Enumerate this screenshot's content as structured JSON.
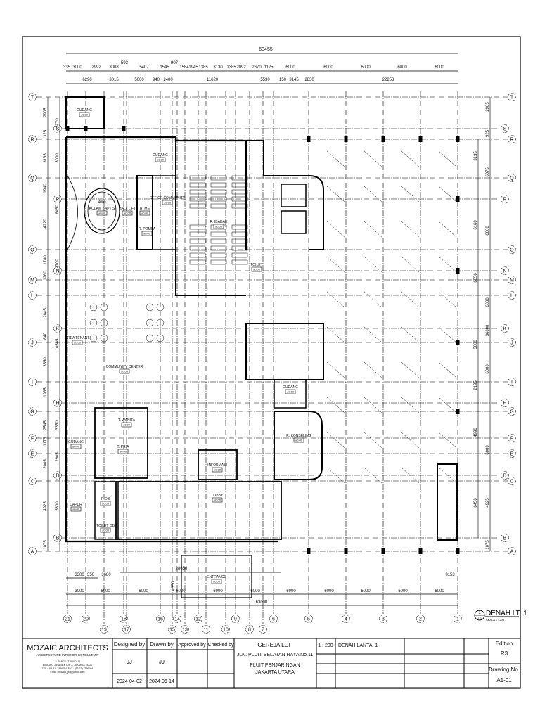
{
  "drawing": {
    "total_top": "63455",
    "top_dims_row1": [
      "335",
      "3000",
      "2992",
      "3008",
      "593",
      "5407",
      "1545",
      "907",
      "1584",
      "1945",
      "1385",
      "3130",
      "1385",
      "2092",
      "2670",
      "1125",
      "6000",
      "6000",
      "6000",
      "6000",
      "6000"
    ],
    "top_dims_row2": [
      "6290",
      "3015",
      "5060",
      "940",
      "2400",
      "11620",
      "5530",
      "150",
      "3145",
      "2830",
      "22253"
    ],
    "bottom_dims_row1": [
      "3300",
      "350",
      "3680",
      "28650",
      "3153"
    ],
    "bottom_dims_row2": [
      "3000",
      "6000",
      "6000",
      "6000",
      "6000",
      "6000",
      "6000",
      "6000",
      "6000",
      "6000",
      "6000"
    ],
    "total_bottom": "63000",
    "vertical_dim_entrance": "4350",
    "left_dims_col1": [
      "2905",
      "325",
      "3135",
      "1940",
      "4220",
      "1780",
      "1260",
      "2845",
      "840",
      "3550",
      "1935",
      "2545",
      "1175",
      "2005",
      "4925",
      "1075"
    ],
    "left_dims_col2": [
      "3770",
      "3000",
      "6450",
      "2700",
      "10585",
      "3350",
      "2905",
      "5300"
    ],
    "right_dims_col1": [
      "3135",
      "6160",
      "6056",
      "5000",
      "2195",
      "4990",
      "6450"
    ],
    "right_dims_col2": [
      "2985",
      "925",
      "6075",
      "6000",
      "6000",
      "36000",
      "6000",
      "6000",
      "4925",
      "1075"
    ],
    "grid_columns": [
      "21",
      "20",
      "19",
      "18",
      "17",
      "16",
      "15",
      "14",
      "13",
      "12",
      "11",
      "10",
      "9",
      "8",
      "7",
      "6",
      "5",
      "4",
      "3",
      "2",
      "1"
    ],
    "grid_rows": [
      "T",
      "S",
      "R",
      "Q",
      "P",
      "O",
      "N",
      "M",
      "L",
      "K",
      "J",
      "I",
      "H",
      "G",
      "F",
      "E",
      "D",
      "C",
      "B",
      "A"
    ],
    "rooms": [
      "GUDANG",
      "GUDANG",
      "KOLAM BAPTIS",
      "HALL LIFT",
      "R. ME",
      "OFFICE COMMUNITY",
      "R. POMPA",
      "R. IBADAH",
      "TOILET",
      "AREA TENANT",
      "COMMUNITY CENTER",
      "GUDANG",
      "R. KONSELING",
      "T. WANITA",
      "T. PRIA",
      "GUDANG",
      "INFORMASI",
      "DAPUR",
      "R.OB",
      "TOILET OB",
      "LOBBY",
      "ENTRANCE"
    ],
    "room_level": "±0.00",
    "baptis_diameter": "4000",
    "view_label": {
      "number": "1",
      "sheet": "A1-01",
      "title": "DENAH LT. 1",
      "scale": "SKALA 1 : 200"
    }
  },
  "title_block": {
    "firm": "MOZAIC ARCHITECTS",
    "firm_tagline": "ARCHITECTURE  INTERIOR  CONSULTANT",
    "firm_address": [
      "Jl. PANGKAT III NO. 11",
      "BINTARO JAYA SEKTOR 3, JAKARTA 15220",
      "TEL : (62-21) 7356004, FAX : (62-21) 7356004",
      "Email : mozaic_jkt@yahoo.com"
    ],
    "designed_by_label": "Designed by",
    "drawn_by_label": "Drawn by",
    "approved_by_label": "Approved by",
    "checked_by_label": "Checked by",
    "designed_by": "JJ",
    "drawn_by": "JJ",
    "designed_date": "2024-04-02",
    "drawn_date": "2024-06-14",
    "project": [
      "GEREJA LGF",
      "JLN. PLUIT SELATAN RAYA No.11",
      "PLUIT  PENJARINGAN",
      "JAKARTA  UTARA"
    ],
    "scale": "1 : 200",
    "sheet_title": "DENAH LANTAI 1",
    "edition_label": "Edition",
    "edition": "R3",
    "drawing_no_label": "Drawing No.",
    "drawing_no": "A1-01"
  }
}
